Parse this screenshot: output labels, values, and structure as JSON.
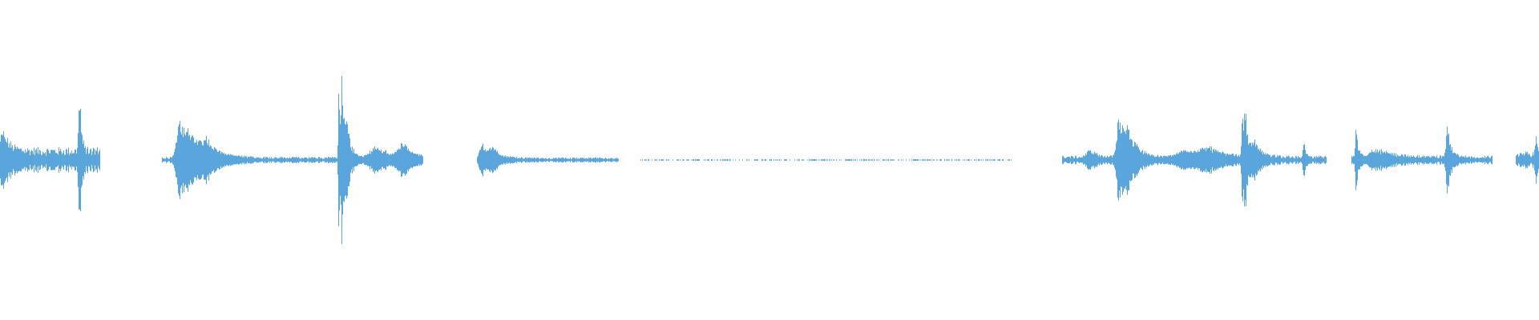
{
  "waveform": {
    "color": "#5aa5dc",
    "background": "#ffffff",
    "duration_fraction_axis": [
      0,
      1
    ],
    "amplitude_axis": [
      -1,
      1
    ],
    "segments": [
      {
        "start": 0.0,
        "end": 0.065,
        "base": 0.06,
        "peaks": [
          {
            "at": 0.002,
            "amp": 0.14,
            "width": 0.004
          },
          {
            "at": 0.051,
            "amp": 0.34,
            "width": 0.0008
          },
          {
            "at": 0.052,
            "amp": 0.22,
            "width": 0.0012
          }
        ]
      },
      {
        "start": 0.105,
        "end": 0.275,
        "base": 0.015,
        "peaks": [
          {
            "at": 0.116,
            "amp": 0.28,
            "width": 0.003
          },
          {
            "at": 0.122,
            "amp": 0.22,
            "width": 0.006
          },
          {
            "at": 0.134,
            "amp": 0.12,
            "width": 0.008
          },
          {
            "at": 0.22,
            "amp": 0.78,
            "width": 0.0007
          },
          {
            "at": 0.222,
            "amp": 0.62,
            "width": 0.0012
          },
          {
            "at": 0.225,
            "amp": 0.24,
            "width": 0.003
          },
          {
            "at": 0.245,
            "amp": 0.09,
            "width": 0.008
          },
          {
            "at": 0.262,
            "amp": 0.1,
            "width": 0.006
          }
        ]
      },
      {
        "start": 0.31,
        "end": 0.402,
        "base": 0.012,
        "peaks": [
          {
            "at": 0.313,
            "amp": 0.13,
            "width": 0.003
          },
          {
            "at": 0.32,
            "amp": 0.07,
            "width": 0.005
          }
        ]
      },
      {
        "start": 0.415,
        "end": 0.658,
        "base": 0.004,
        "sparse": true,
        "peaks": []
      },
      {
        "start": 0.69,
        "end": 0.862,
        "base": 0.02,
        "peaks": [
          {
            "at": 0.708,
            "amp": 0.06,
            "width": 0.004
          },
          {
            "at": 0.727,
            "amp": 0.29,
            "width": 0.003
          },
          {
            "at": 0.733,
            "amp": 0.18,
            "width": 0.006
          },
          {
            "at": 0.77,
            "amp": 0.06,
            "width": 0.01
          },
          {
            "at": 0.785,
            "amp": 0.07,
            "width": 0.01
          },
          {
            "at": 0.807,
            "amp": 0.42,
            "width": 0.0008
          },
          {
            "at": 0.809,
            "amp": 0.34,
            "width": 0.0015
          },
          {
            "at": 0.815,
            "amp": 0.12,
            "width": 0.004
          },
          {
            "at": 0.847,
            "amp": 0.12,
            "width": 0.001
          }
        ]
      },
      {
        "start": 0.878,
        "end": 0.97,
        "base": 0.02,
        "peaks": [
          {
            "at": 0.881,
            "amp": 0.22,
            "width": 0.0012
          },
          {
            "at": 0.895,
            "amp": 0.06,
            "width": 0.01
          },
          {
            "at": 0.94,
            "amp": 0.24,
            "width": 0.0008
          },
          {
            "at": 0.941,
            "amp": 0.12,
            "width": 0.003
          }
        ]
      },
      {
        "start": 0.985,
        "end": 1.0,
        "base": 0.04,
        "peaks": [
          {
            "at": 0.998,
            "amp": 0.13,
            "width": 0.0012
          }
        ]
      }
    ]
  }
}
